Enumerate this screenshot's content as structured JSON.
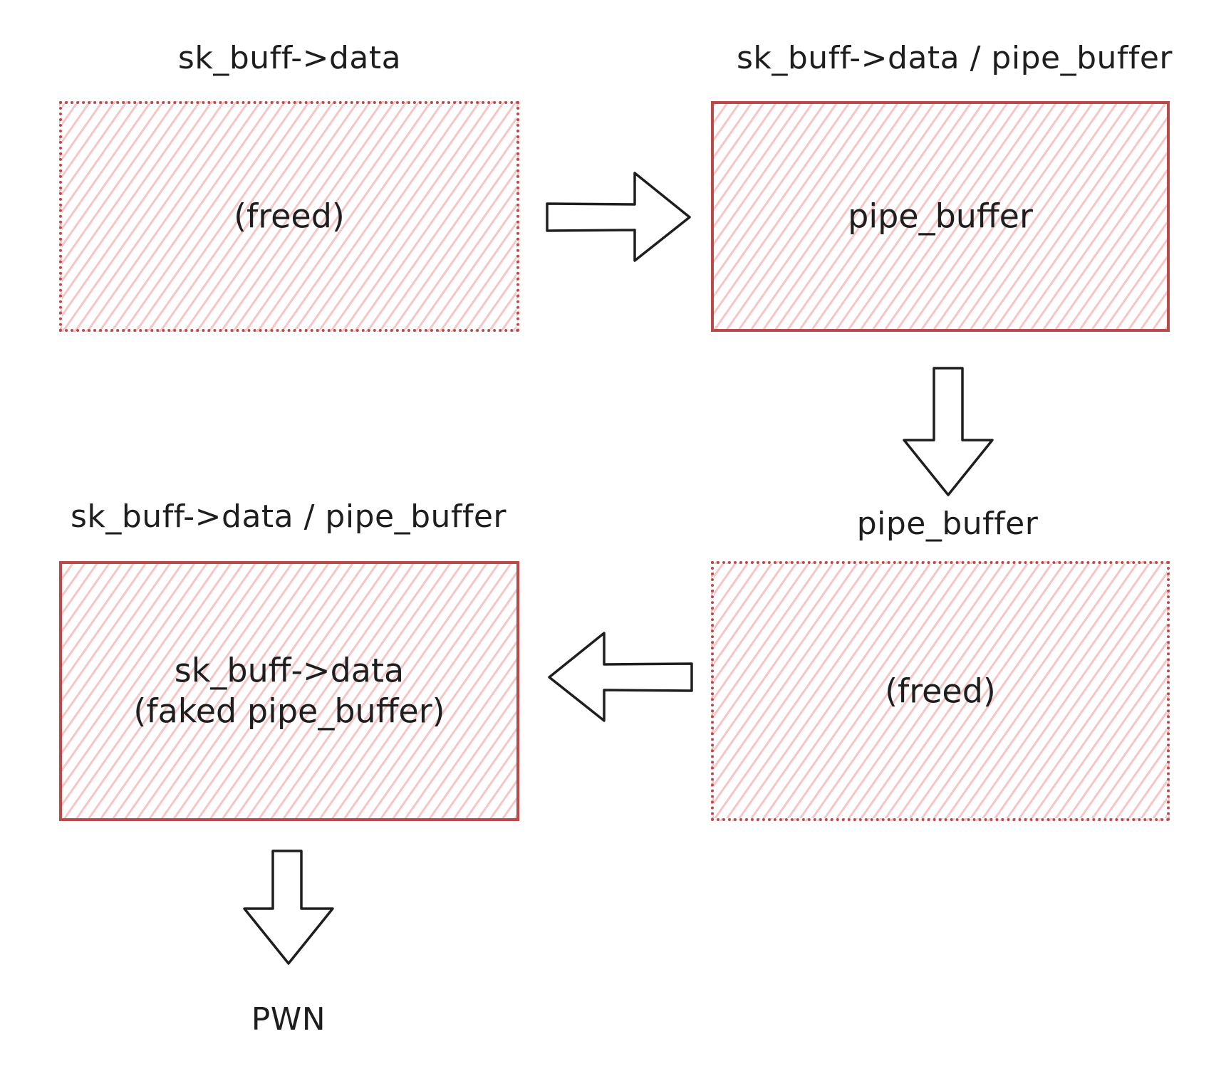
{
  "diagram": {
    "nodes": [
      {
        "id": "box1",
        "title": "sk_buff->data",
        "content": "(freed)",
        "style": "dotted"
      },
      {
        "id": "box2",
        "title": "sk_buff->data / pipe_buffer",
        "content": "pipe_buffer",
        "style": "solid"
      },
      {
        "id": "box3",
        "title": "pipe_buffer",
        "content": "(freed)",
        "style": "dotted"
      },
      {
        "id": "box4",
        "title": "sk_buff->data / pipe_buffer",
        "content": "sk_buff->data\n(faked pipe_buffer)",
        "style": "solid"
      }
    ],
    "edges": [
      {
        "from": "box1",
        "to": "box2",
        "direction": "right"
      },
      {
        "from": "box2",
        "to": "box3",
        "direction": "down"
      },
      {
        "from": "box3",
        "to": "box4",
        "direction": "left"
      },
      {
        "from": "box4",
        "to": "result",
        "direction": "down"
      }
    ],
    "result": "PWN"
  },
  "colors": {
    "border": "#b94a4a",
    "hatch": "#f09696",
    "text": "#1e1e1e",
    "background": "#ffffff"
  }
}
